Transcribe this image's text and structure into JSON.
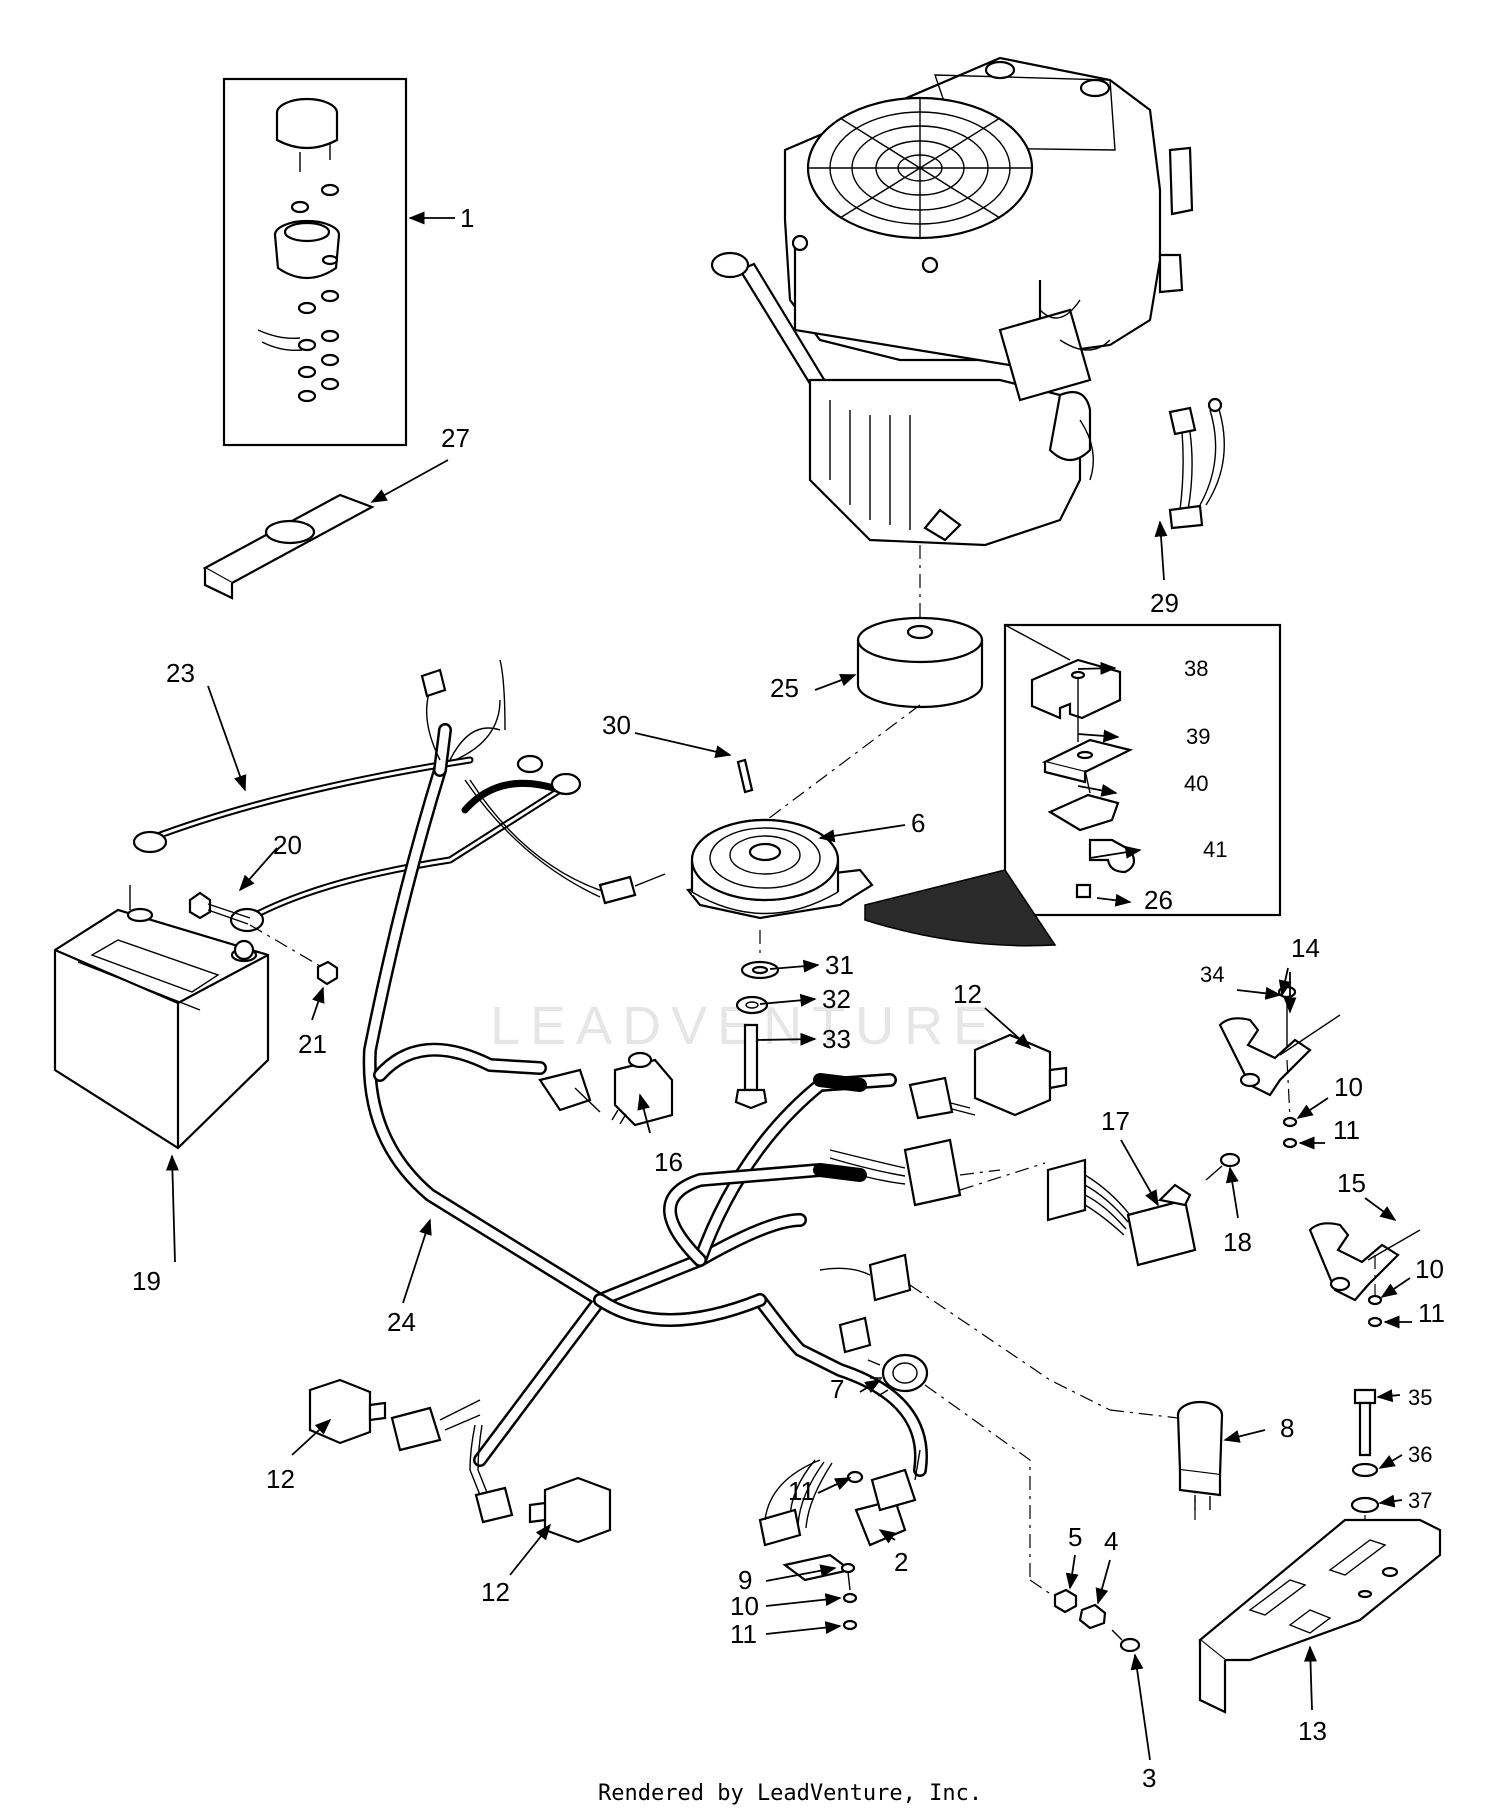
{
  "watermark": "LEADVENTURE",
  "footer": "Rendered by LeadVenture, Inc.",
  "callouts": {
    "c1": "1",
    "c2": "2",
    "c3": "3",
    "c4": "4",
    "c5": "5",
    "c6": "6",
    "c7": "7",
    "c8": "8",
    "c9": "9",
    "c10a": "10",
    "c10b": "10",
    "c10c": "10",
    "c11a": "11",
    "c11b": "11",
    "c11c": "11",
    "c11d": "11",
    "c12a": "12",
    "c12b": "12",
    "c12c": "12",
    "c13": "13",
    "c14": "14",
    "c15": "15",
    "c16": "16",
    "c17": "17",
    "c18": "18",
    "c19": "19",
    "c20": "20",
    "c21": "21",
    "c23": "23",
    "c24": "24",
    "c25": "25",
    "c26": "26",
    "c27": "27",
    "c29": "29",
    "c30": "30",
    "c31": "31",
    "c32": "32",
    "c33": "33",
    "c34": "34",
    "c35": "35",
    "c36": "36",
    "c37": "37",
    "c38": "38",
    "c39": "39",
    "c40": "40",
    "c41": "41"
  }
}
